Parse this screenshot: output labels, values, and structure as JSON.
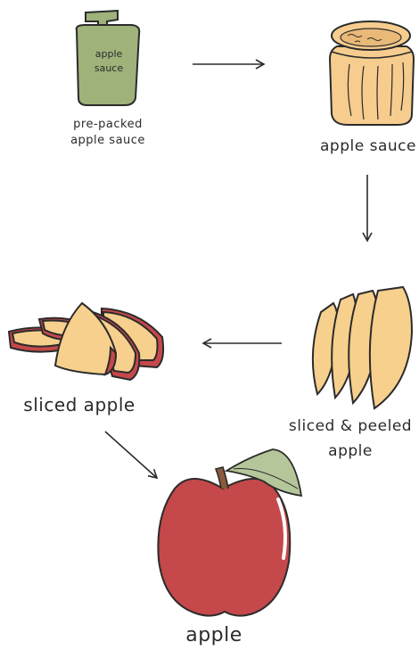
{
  "nodes": {
    "pouch": {
      "label_line1": "pre-packed",
      "label_line2": "apple sauce",
      "pouch_text_line1": "apple",
      "pouch_text_line2": "sauce"
    },
    "jar": {
      "label": "apple sauce"
    },
    "peeled": {
      "label_line1": "sliced & peeled",
      "label_line2": "apple"
    },
    "sliced": {
      "label": "sliced apple"
    },
    "apple": {
      "label": "apple"
    }
  },
  "colors": {
    "pouch_green": "#9fb27a",
    "jar_tan": "#f6cd8f",
    "apple_flesh": "#f7d08d",
    "apple_red": "#c5484a",
    "leaf_green": "#b5c69a",
    "outline": "#2b2b2b"
  }
}
